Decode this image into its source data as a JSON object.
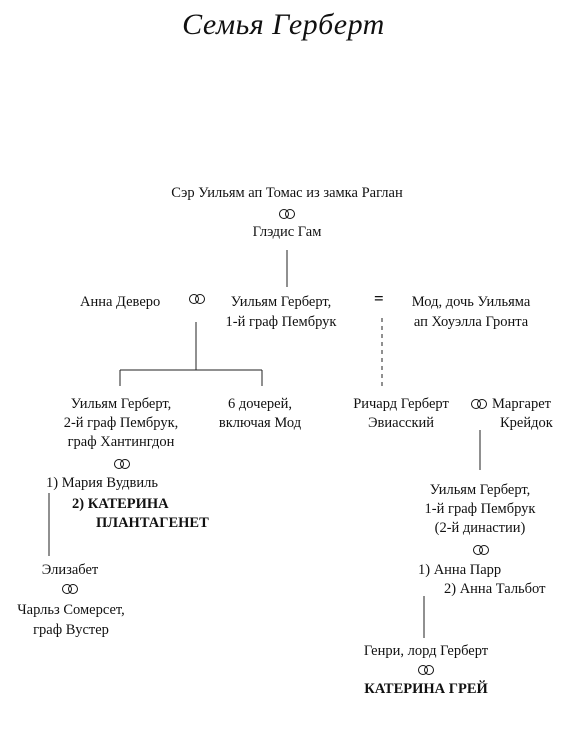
{
  "title": "Семья Герберт",
  "people": {
    "william_ap_thomas": "Сэр Уильям ап Томас  из замка Раглан",
    "gladys_gam": "Глэдис Гам",
    "anna_devereux": "Анна Деверо",
    "william_1_line1": "Уильям Герберт,",
    "william_1_line2": "1-й граф Пембрук",
    "maud_line1": "Мод, дочь Уильяма",
    "maud_line2": "ап Хоуэлла Гронта",
    "william_2_line1": "Уильям Герберт,",
    "william_2_line2": "2-й граф Пембрук,",
    "william_2_line3": "граф Хантингдон",
    "daughters_line1": "6 дочерей,",
    "daughters_line2": "включая Мод",
    "richard_line1": "Ричард Герберт",
    "richard_line2": "Эвиасский",
    "margaret_line1": "Маргарет",
    "margaret_line2": "Крейдок",
    "mary_woodville": "1)  Мария Вудвиль",
    "katherine_plantagenet_line1": "2)  КАТЕРИНА",
    "katherine_plantagenet_line2": "ПЛАНТАГЕНЕТ",
    "william_3_line1": "Уильям Герберт,",
    "william_3_line2": "1-й граф Пембрук",
    "william_3_line3": "(2-й династии)",
    "elizabeth": "Элизабет",
    "charles_line1": "Чарльз Сомерсет,",
    "charles_line2": "граф Вустер",
    "anne_parr": "1)  Анна Парр",
    "anne_talbot": "2)  Анна Тальбот",
    "henry": "Генри, лорд Герберт",
    "katherine_grey": "КАТЕРИНА ГРЕЙ"
  },
  "symbols": {
    "equals": "="
  }
}
